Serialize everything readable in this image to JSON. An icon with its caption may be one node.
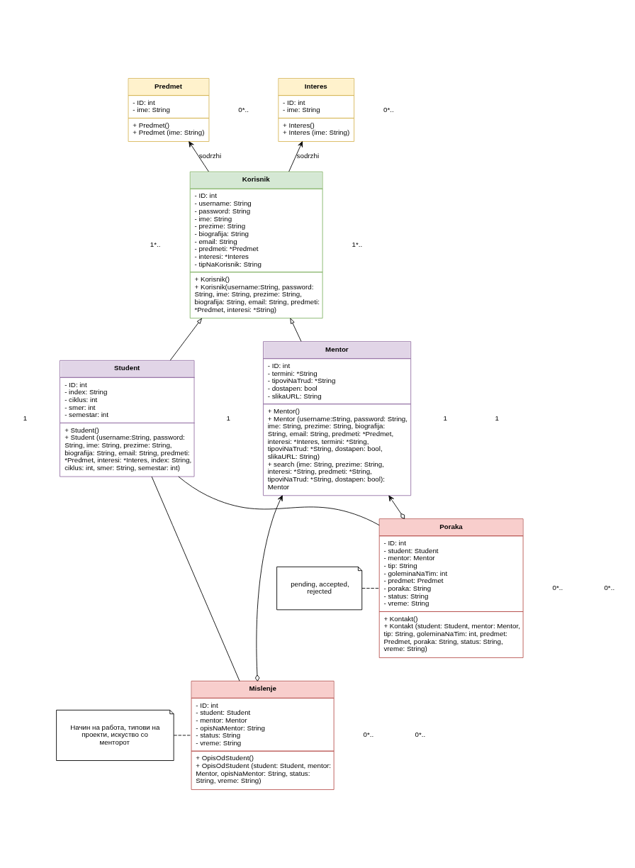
{
  "diagram": {
    "nodes": [
      {
        "text": [
          "Korisnik",
          "- ID: int",
          "- username: String",
          "- password: String",
          "- ime: String",
          "- prezime: String",
          "- biografija: String",
          "- email: String",
          "- predmeti: *Predmet",
          "- interesi: *Interes",
          "- tipNaKorisnik: String",
          "+ Korisnik()",
          "+ Korisnik(username:String, password: String, ime: String, prezime: String, biografija: String, email: String, predmeti: *Predmet, interesi: *String)"
        ]
      },
      {
        "text": [
          "Predmet",
          "- ID: int",
          "- ime: String",
          "+ Predmet()",
          "+ Predmet (ime: String)"
        ]
      },
      {
        "text": [
          "Interes",
          "- ID: int",
          "- ime: String",
          "+ Interes()",
          "+ Interes (ime: String)"
        ]
      },
      {
        "text": [
          "Student",
          "- ID: int",
          "- index: String",
          "- ciklus: int",
          "- smer: int",
          "- semestar: int",
          "+ Student()",
          "+ Student (username:String, password: String, ime: String, prezime: String, biografija: String, email: String, predmeti: *Predmet, interesi: *Interes, index: String, ciklus: int, smer: String, semestar: int)"
        ]
      },
      {
        "text": [
          "Mentor",
          "- ID: int",
          "- termini: *String",
          "- tipoviNaTrud: *String",
          "- dostapen: bool",
          "- slikaURL: String",
          "+ Mentor()",
          "+ Mentor (username:String, password: String, ime: String, prezime: String, biografija: String, email: String, predmeti: *Predmet, interesi: *Interes, termini: *String, tipoviNaTrud: *String, dostapen: bool, slikaURL: String)",
          "+ search (ime: String, prezime: String, interesi: *String, predmeti: *String, tipoviNaTrud: *String, dostapen: bool): Mentor"
        ]
      },
      {
        "text": [
          "Poraka",
          "- ID: int",
          "- student: Student",
          "- mentor: Mentor",
          "- tip: String",
          "- goleminaNaTim: int",
          "- predmet: Predmet",
          "- poraka: String",
          "- status: String",
          "- vreme: String",
          "+ Kontakt()",
          "+ Kontakt (student: Student, mentor: Mentor, tip: String, goleminaNaTim: int, predmet: Predmet, poraka: String, status: String, vreme: String)"
        ]
      },
      {
        "text": [
          "pending, accepted, rejected"
        ]
      },
      {
        "text": [
          "Mislenje",
          "- ID: int",
          "- student: Student",
          "- mentor: Mentor",
          "- opisNaMentor: String",
          "- status: String",
          "- vreme: String",
          "+ OpisOdStudent()",
          "+ OpisOdStudent (student: Student, mentor: Mentor, opisNaMentor: String, status: String, vreme: String)"
        ]
      },
      {
        "text": [
          "Начин на работа, типови на проекти, искуство со менторот"
        ]
      }
    ],
    "edges": [
      {
        "from": 0,
        "to": 1,
        "arrow": "to",
        "label": "sodrzhi"
      },
      {
        "from": 0,
        "to": 2,
        "arrow": "to",
        "label": "sodrzhi"
      },
      {
        "from": 3,
        "to": 0,
        "arrow": "to"
      },
      {
        "from": 4,
        "to": 0,
        "arrow": "to"
      },
      {
        "from": 3,
        "to": 5,
        "arrow": "none"
      },
      {
        "from": 3,
        "to": 7,
        "arrow": "none"
      },
      {
        "from": 5,
        "to": 4,
        "arrow": "to"
      },
      {
        "from": 7,
        "to": 4,
        "arrow": "to"
      },
      {
        "from": 6,
        "to": 5,
        "arrow": "none",
        "style": "dashed"
      },
      {
        "from": 8,
        "to": 7,
        "arrow": "none",
        "style": "dashed"
      }
    ],
    "labels": [
      "0*..",
      "1*..",
      "0*..",
      "1*..",
      "1",
      "1",
      "0*..",
      "1",
      "1",
      "0*..",
      "0*..",
      "0*.."
    ]
  }
}
